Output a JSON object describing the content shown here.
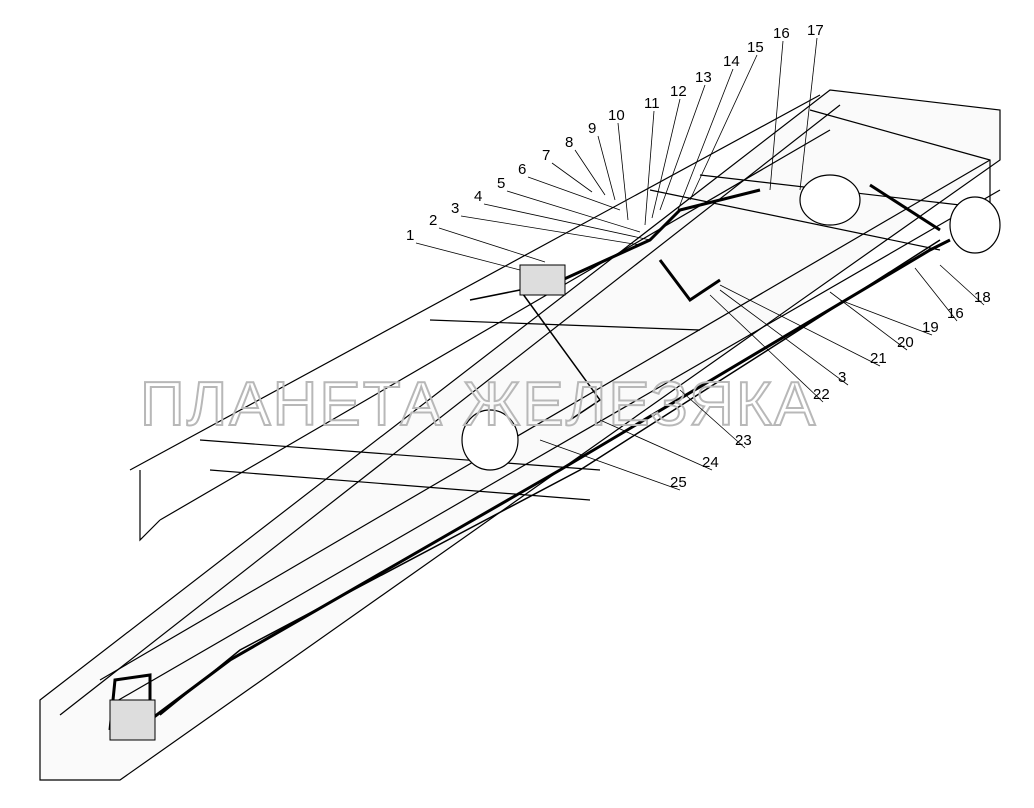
{
  "callouts": [
    "1",
    "2",
    "3",
    "4",
    "5",
    "6",
    "7",
    "8",
    "9",
    "10",
    "11",
    "12",
    "13",
    "14",
    "15",
    "16",
    "17",
    "18",
    "16",
    "19",
    "20",
    "21",
    "3",
    "22",
    "23",
    "24",
    "25"
  ],
  "watermark": "ПЛАНЕТА ЖЕЛЕЗЯКА"
}
